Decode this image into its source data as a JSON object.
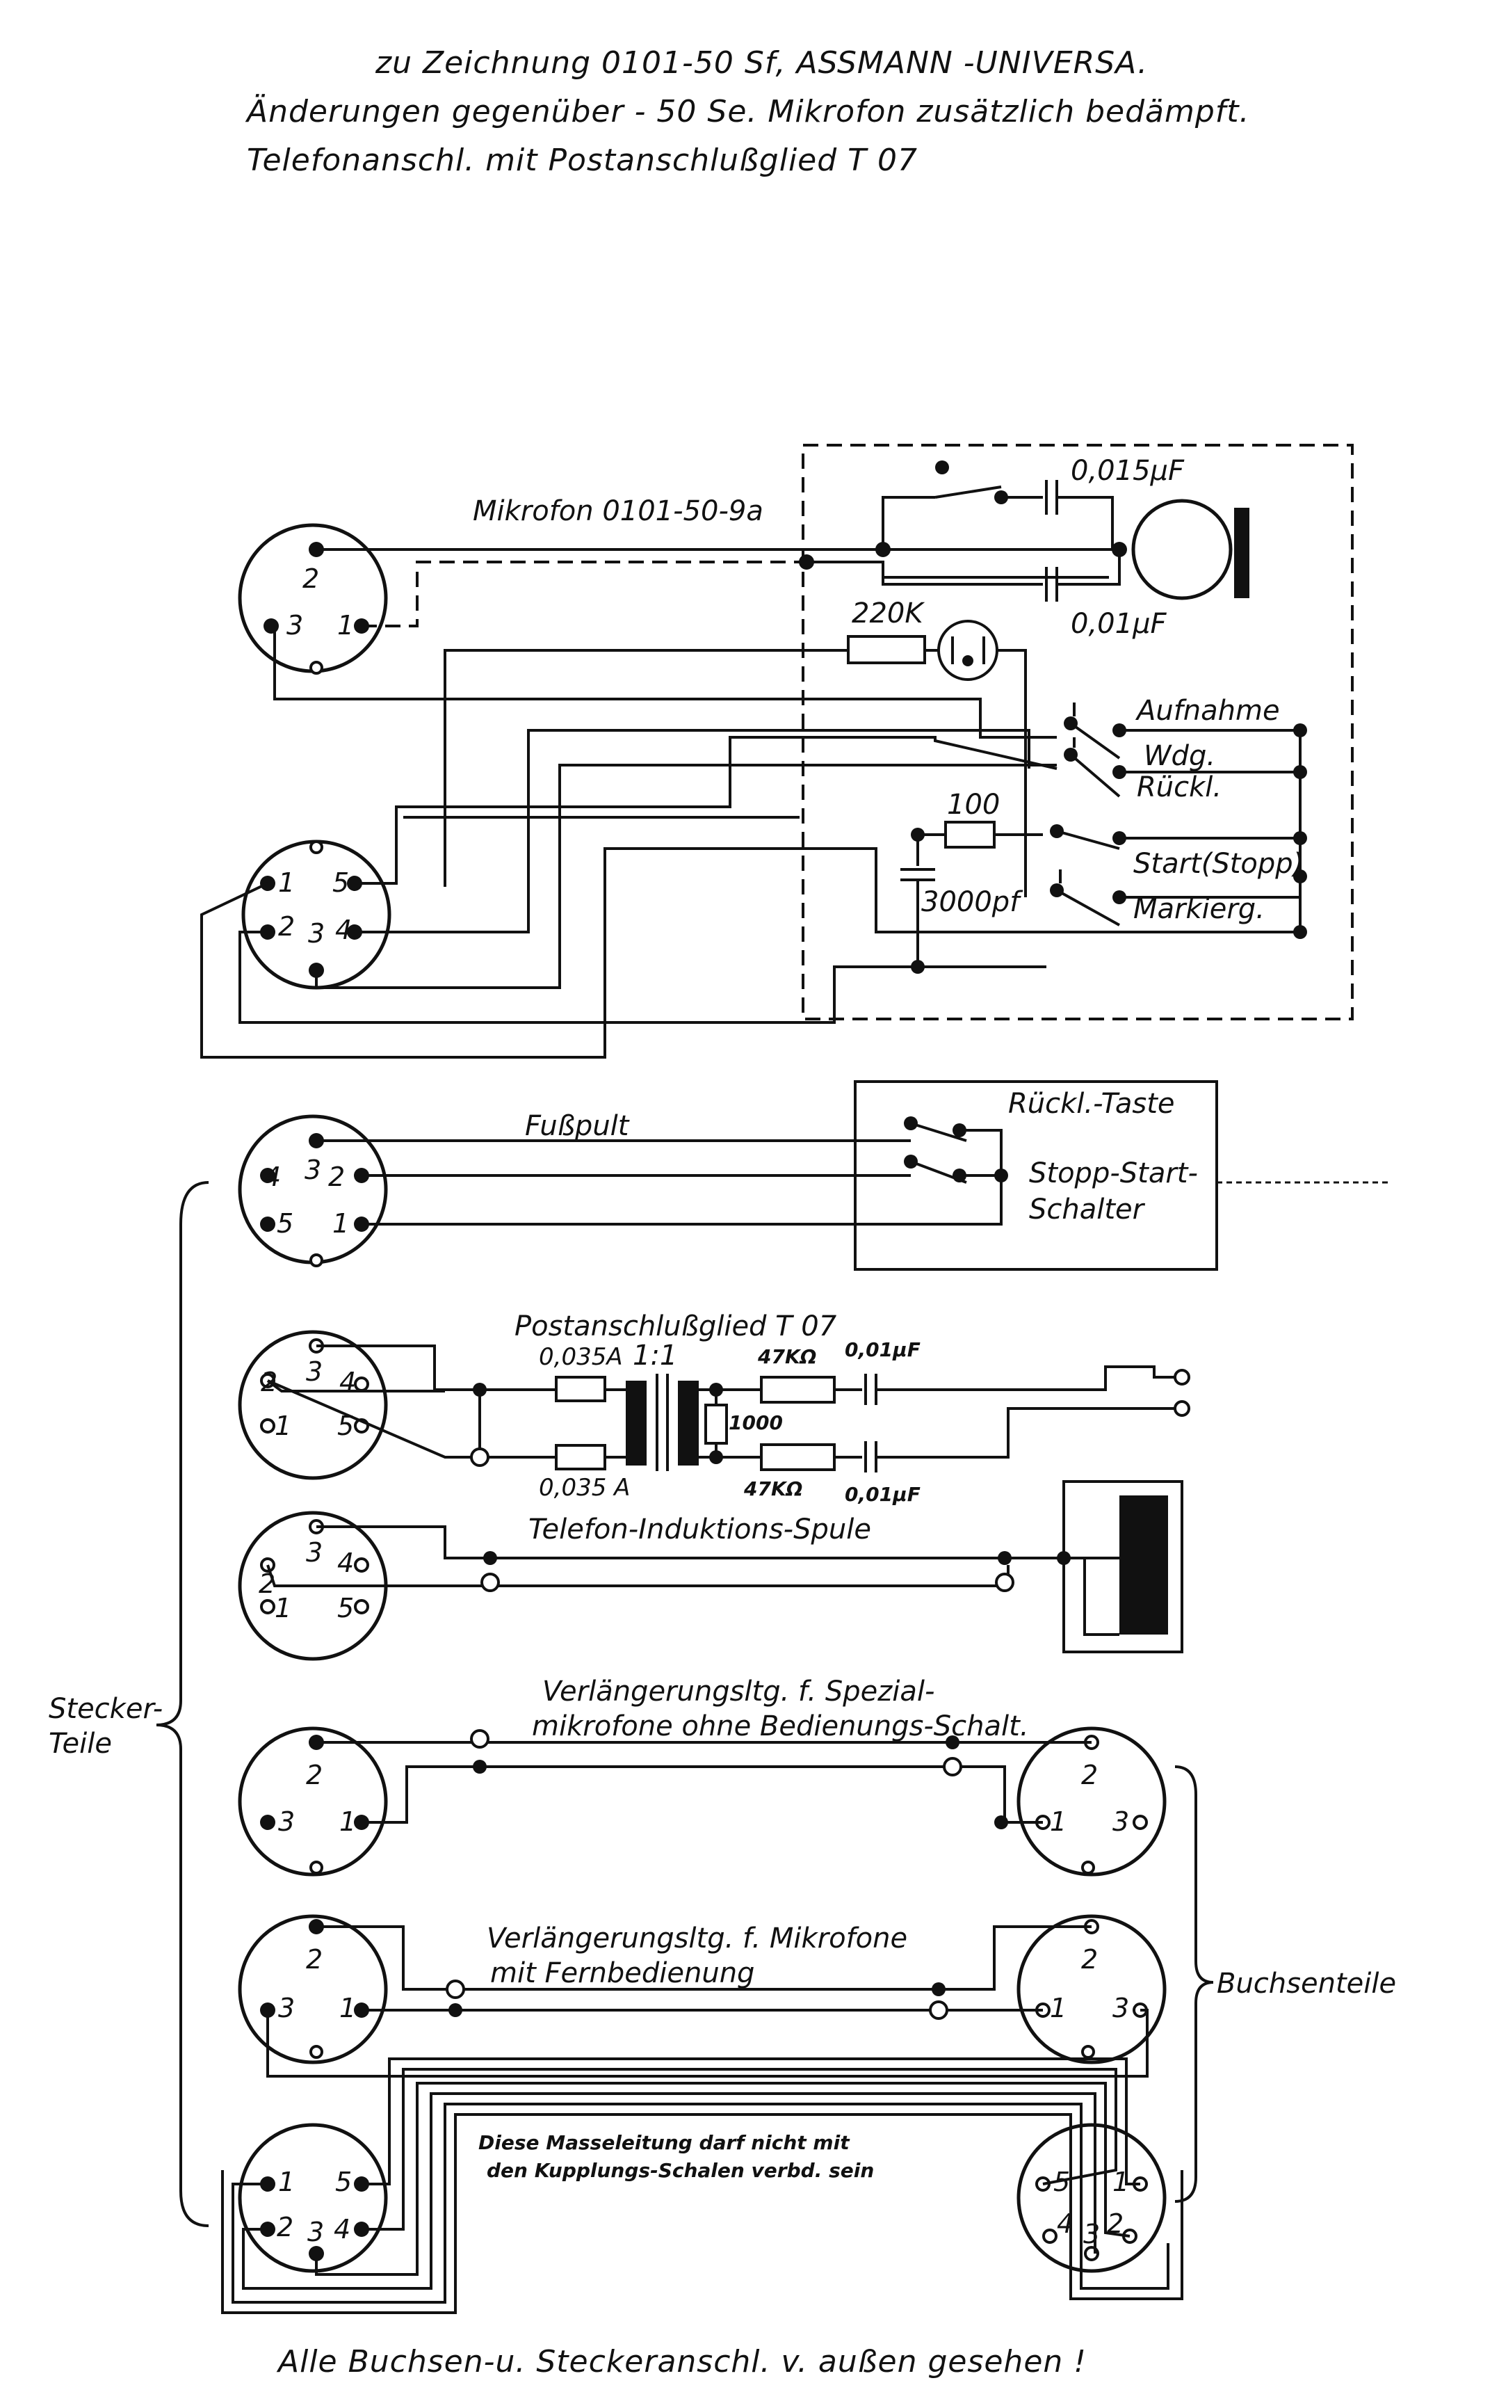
{
  "header": {
    "line1": "zu  Zeichnung  0101-50  Sf, ASSMANN -UNIVERSA.",
    "line2": "Änderungen gegenüber - 50 Se. Mikrofon zusätzlich bedämpft.",
    "line3": "Telefonanschl. mit Postanschlußglied  T 07"
  },
  "mikrofon": {
    "title": "Mikrofon 0101-50-9a",
    "cap1": "0,015µF",
    "cap2": "0,01µF",
    "resistor": "220K",
    "resistor2": "100",
    "cap3": "3000pf",
    "switches": [
      "Aufnahme",
      "Wdg.",
      "Rückl.",
      "Start(Stopp)",
      "Markierg."
    ]
  },
  "fusspult": {
    "title": "Fußpult",
    "labels": [
      "Rückl.-Taste",
      "Stopp-Start-",
      "Schalter"
    ]
  },
  "post": {
    "title": "Postanschlußglied  T 07",
    "fuse1": "0,035A",
    "fuse2": "0,035 A",
    "ratio": "1:1",
    "r1": "47KΩ",
    "r2": "47KΩ",
    "r3": "1000",
    "c1": "0,01µF",
    "c2": "0,01µF"
  },
  "telefon": {
    "title": "Telefon-Induktions-Spule"
  },
  "ext1": {
    "line1": "Verlängerungsltg. f. Spezial-",
    "line2": "mikrofone ohne Bedienungs-Schalt."
  },
  "ext2": {
    "line1": "Verlängerungsltg. f. Mikrofone",
    "line2": "mit Fernbedienung"
  },
  "note": {
    "line1": "Diese Masseleitung darf nicht mit",
    "line2": "den Kupplungs-Schalen verbd. sein"
  },
  "side_labels": {
    "stecker1": "Stecker-",
    "stecker2": "Teile",
    "buchsen": "Buchsenteile"
  },
  "footer": "Alle Buchsen-u. Steckeranschl. v. außen gesehen !",
  "pins": {
    "p1": "1",
    "p2": "2",
    "p3": "3",
    "p4": "4",
    "p5": "5"
  }
}
